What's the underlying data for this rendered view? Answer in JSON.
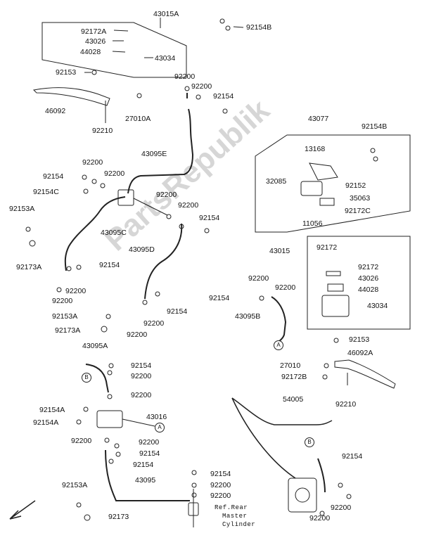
{
  "watermark": "PartsRepublik",
  "labels": {
    "l_43015A": "43015A",
    "l_92172A": "92172A",
    "l_43026a": "43026",
    "l_44028a": "44028",
    "l_43034a": "43034",
    "l_92154B_top": "92154B",
    "l_92153_top": "92153",
    "l_46092": "46092",
    "l_92210_top": "92210",
    "l_27010A": "27010A",
    "l_92200_a": "92200",
    "l_92200_b": "92200",
    "l_92154_a": "92154",
    "l_43077": "43077",
    "l_92154B_right": "92154B",
    "l_13168": "13168",
    "l_32085": "32085",
    "l_92152": "92152",
    "l_35063": "35063",
    "l_92172C": "92172C",
    "l_11056": "11056",
    "l_43095E": "43095E",
    "l_92200_c": "92200",
    "l_92154_b": "92154",
    "l_92200_d": "92200",
    "l_92154C": "92154C",
    "l_92200_e": "92200",
    "l_92200_f": "92200",
    "l_92153A_top": "92153A",
    "l_92154_c": "92154",
    "l_43095C": "43095C",
    "l_43095D": "43095D",
    "l_92173A_top": "92173A",
    "l_92154_d": "92154",
    "l_92200_g": "92200",
    "l_92200_h": "92200",
    "l_43015": "43015",
    "l_92172_a": "92172",
    "l_92172_b": "92172",
    "l_43026b": "43026",
    "l_44028b": "44028",
    "l_43034b": "43034",
    "l_92200_i": "92200",
    "l_92200_j": "92200",
    "l_92154_e": "92154",
    "l_43095B": "43095B",
    "l_92154_f": "92154",
    "l_92200_k": "92200",
    "l_92200_l": "92200",
    "l_92153A_mid": "92153A",
    "l_92173A_mid": "92173A",
    "l_43095A": "43095A",
    "l_92153_right": "92153",
    "l_46092A": "46092A",
    "l_92154_g": "92154",
    "l_92200_m": "92200",
    "l_27010": "27010",
    "l_92172B": "92172B",
    "l_92210_right": "92210",
    "l_92154A_a": "92154A",
    "l_92154A_b": "92154A",
    "l_43016": "43016",
    "l_54005": "54005",
    "l_92200_n": "92200",
    "l_92200_o": "92200",
    "l_92154_h": "92154",
    "l_92154_i": "92154",
    "l_92154_j": "92154",
    "l_92153A_bot": "92153A",
    "l_43095": "43095",
    "l_92200_p": "92200",
    "l_92200_q": "92200",
    "l_92173": "92173",
    "l_92154_k": "92154",
    "l_92200_r": "92200",
    "l_92200_s": "92200",
    "ref_line1": "Ref.Rear",
    "ref_line2": "Master",
    "ref_line3": "Cylinder"
  },
  "markers": {
    "A_mid": "A",
    "A_low": "A",
    "B_left": "B",
    "B_right": "B"
  }
}
